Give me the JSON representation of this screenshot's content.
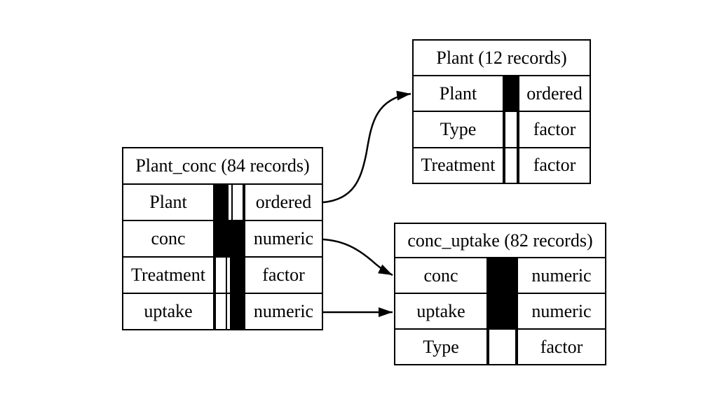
{
  "diagram": {
    "type": "data-model",
    "background": "#ffffff",
    "line_color": "#000000",
    "tables": [
      {
        "title": "Plant_conc (84 records)",
        "rows": [
          {
            "name": "Plant",
            "type": "ordered",
            "key": "a"
          },
          {
            "name": "conc",
            "type": "numeric",
            "key": "ab"
          },
          {
            "name": "Treatment",
            "type": "factor",
            "key": "b"
          },
          {
            "name": "uptake",
            "type": "numeric",
            "key": "b"
          }
        ]
      },
      {
        "title": "Plant (12 records)",
        "rows": [
          {
            "name": "Plant",
            "type": "ordered",
            "key": "full"
          },
          {
            "name": "Type",
            "type": "factor",
            "key": "none"
          },
          {
            "name": "Treatment",
            "type": "factor",
            "key": "none"
          }
        ]
      },
      {
        "title": "conc_uptake (82 records)",
        "rows": [
          {
            "name": "conc",
            "type": "numeric",
            "key": "full"
          },
          {
            "name": "uptake",
            "type": "numeric",
            "key": "full"
          },
          {
            "name": "Type",
            "type": "factor",
            "key": "none"
          }
        ]
      }
    ],
    "relationships": [
      {
        "from_table": "Plant_conc",
        "from_column": "Plant",
        "to_table": "Plant",
        "to_column": "Plant"
      },
      {
        "from_table": "Plant_conc",
        "from_column": "conc",
        "to_table": "conc_uptake",
        "to_column": "conc"
      },
      {
        "from_table": "Plant_conc",
        "from_column": "uptake",
        "to_table": "conc_uptake",
        "to_column": "uptake"
      }
    ]
  }
}
